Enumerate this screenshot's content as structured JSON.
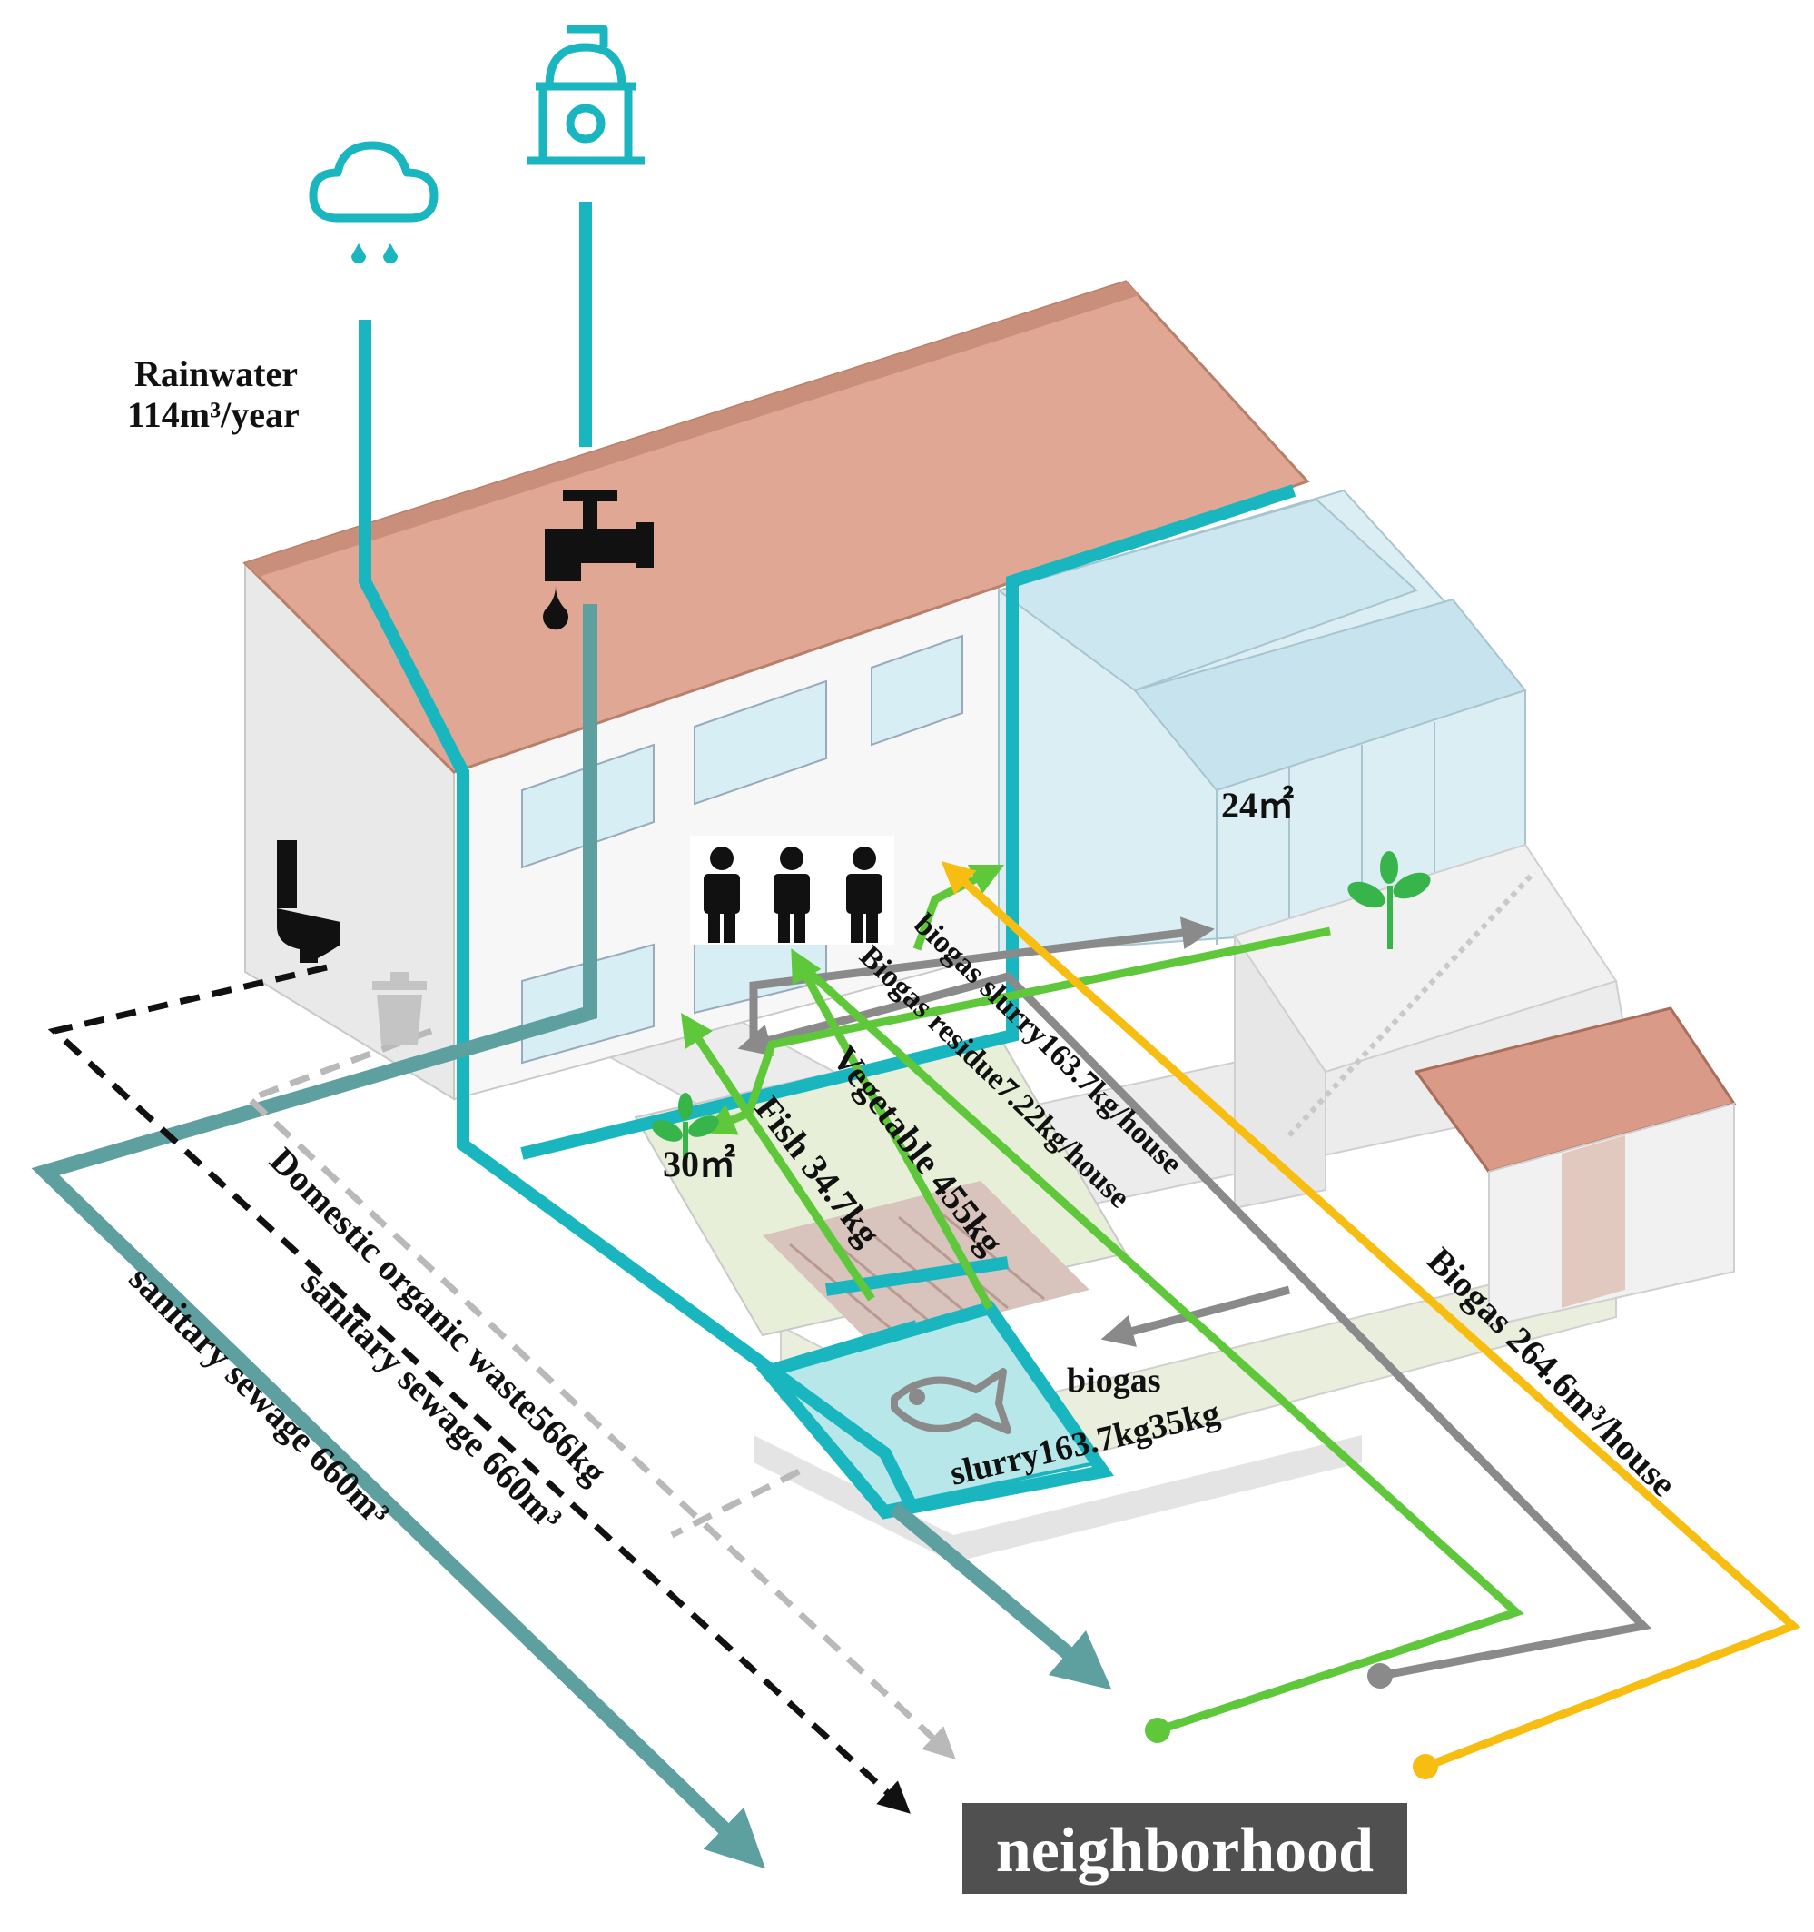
{
  "labels": {
    "rainwater_title": "Rainwater",
    "rainwater_amount": "114m³/year",
    "greenhouse_area": "24㎡",
    "garden_area": "30㎡",
    "biogas_slurry_house": "biogas slurry163.7kg/house",
    "biogas_residue": "Biogas residue7.22kg/house",
    "vegetable": "Vegetable 455kg",
    "fish": "Fish 34.7kg",
    "domestic_waste": "Domestic organic waste566kg",
    "sanitary_sewage_inner": "sanitary sewage 660m³",
    "sanitary_sewage_outer": "sanitary sewage 660m³",
    "biogas_word": "biogas",
    "slurry_fish": "slurry163.7kg35kg",
    "biogas_house": "Biogas 264.6m³/house",
    "neighborhood": "neighborhood"
  },
  "icons": [
    "rain-cloud-icon",
    "fire-hydrant-icon",
    "water-tap-icon",
    "toilet-icon",
    "trash-bin-icon",
    "people-icon",
    "sprout-icon",
    "fish-icon"
  ],
  "colors": {
    "rainwater_teal": "#19b6c0",
    "sewage_teal": "#5e9fa0",
    "biogas_slurry_gray": "#8a8a8a",
    "vegetable_green": "#5fc83a",
    "biogas_yellow": "#f8bd11",
    "organic_waste_gray": "#b9b9b9",
    "roof": "#e0a894",
    "neighborhood_box": "#505050"
  }
}
